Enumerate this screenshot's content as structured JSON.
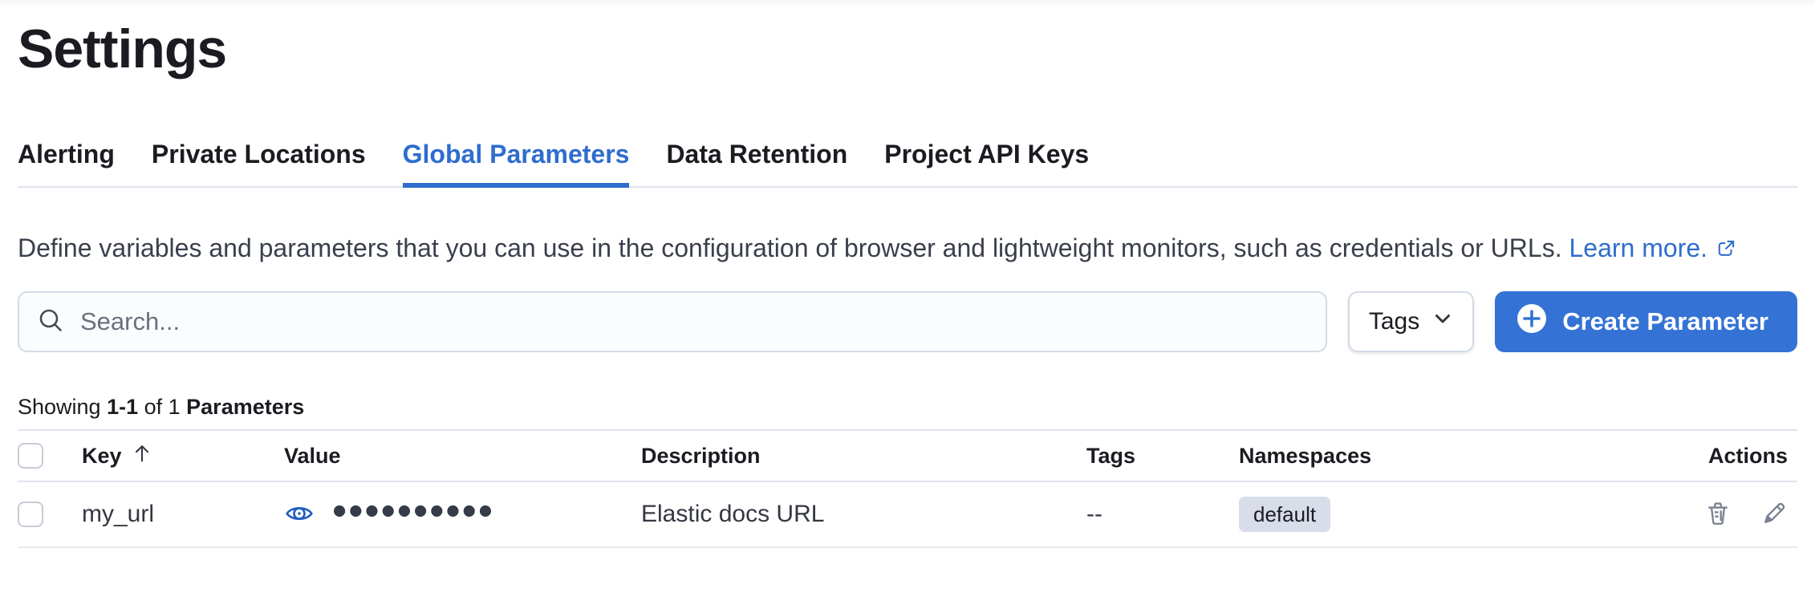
{
  "page": {
    "title": "Settings"
  },
  "tabs": [
    {
      "label": "Alerting",
      "active": false
    },
    {
      "label": "Private Locations",
      "active": false
    },
    {
      "label": "Global Parameters",
      "active": true
    },
    {
      "label": "Data Retention",
      "active": false
    },
    {
      "label": "Project API Keys",
      "active": false
    }
  ],
  "description": {
    "text": "Define variables and parameters that you can use in the configuration of browser and lightweight monitors, such as credentials or URLs.",
    "link_label": "Learn more."
  },
  "toolbar": {
    "search_placeholder": "Search...",
    "tags_label": "Tags",
    "create_label": "Create Parameter"
  },
  "summary": {
    "showing": "Showing ",
    "range": "1-1",
    "of": " of 1 ",
    "entity": "Parameters"
  },
  "table": {
    "columns": [
      "Key",
      "Value",
      "Description",
      "Tags",
      "Namespaces",
      "Actions"
    ],
    "sort": {
      "column": "Key",
      "direction": "ascending"
    },
    "rows": [
      {
        "key": "my_url",
        "value_masked": "••••••••••",
        "description": "Elastic docs URL",
        "tags": "--",
        "namespace": "default"
      }
    ]
  },
  "icons": {
    "search": "search-icon",
    "tags_chevron": "chevron-down-icon",
    "create_plus": "plus-in-circle-icon",
    "external_link": "external-link-icon",
    "value_toggle": "eye-icon",
    "delete": "trash-icon",
    "edit": "pencil-icon",
    "sort": "arrow-up-icon"
  },
  "colors": {
    "accent": "#2f6dce",
    "button_bg": "#3473d5",
    "badge_bg": "#d8dde9",
    "text_dark": "#343741",
    "divider": "#dfe4ed"
  }
}
